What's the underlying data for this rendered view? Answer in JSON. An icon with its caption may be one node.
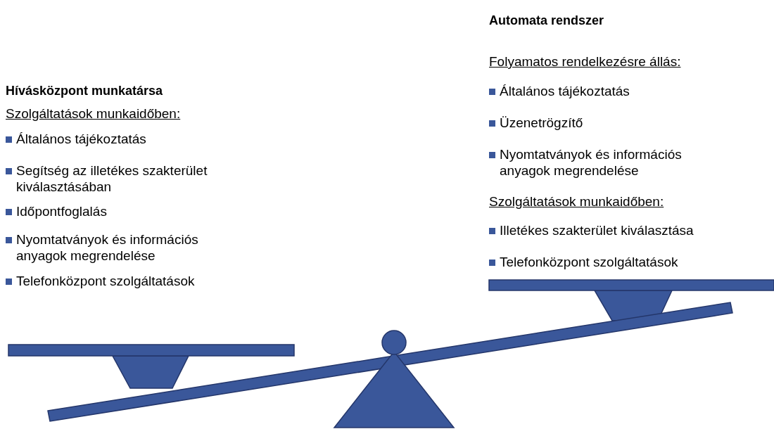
{
  "diagram": {
    "labels": [
      "Hívásközpont munkatársa",
      "Szolgáltatások munkaidőben:",
      "Általános tájékoztatás",
      "Segítség az illetékes szakterület kiválasztásában",
      "Időpontfoglalás",
      "Nyomtatványok és információs anyagok megrendelése",
      "Telefonközpont szolgáltatások",
      "Automata rendszer",
      "Folyamatos rendelkezésre állás:",
      "Általános tájékoztatás",
      "Üzenetrögzítő",
      "Nyomtatványok és információs anyagok megrendelése",
      "Szolgáltatások munkaidőben:",
      "Illetékes szakterület kiválasztása",
      "Telefonközpont szolgáltatások"
    ]
  }
}
